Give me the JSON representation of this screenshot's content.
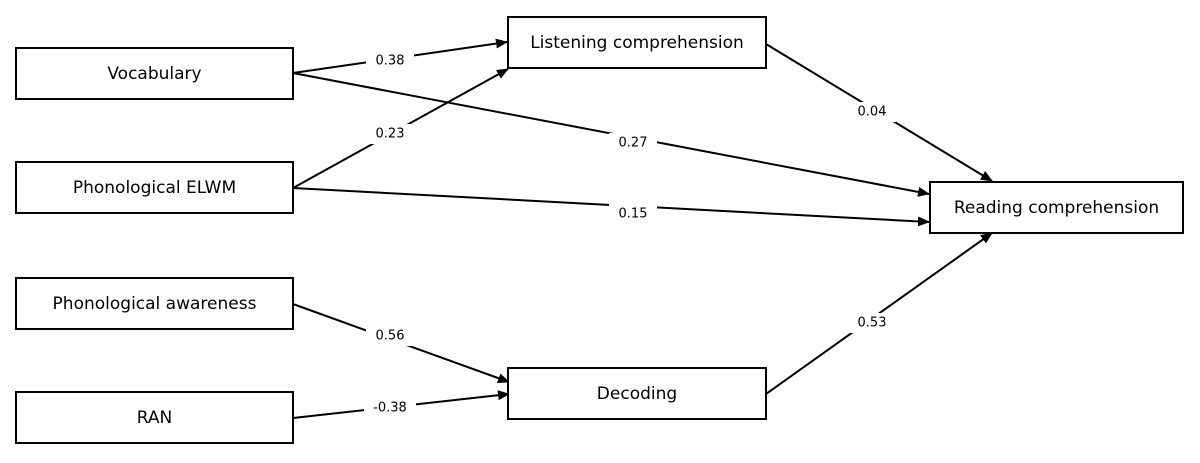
{
  "nodes": {
    "vocabulary": "Vocabulary",
    "phonological_elwm": "Phonological ELWM",
    "phonological_awareness": "Phonological awareness",
    "ran": "RAN",
    "listening_comprehension": "Listening comprehension",
    "decoding": "Decoding",
    "reading_comprehension": "Reading comprehension"
  },
  "paths": [
    {
      "from": "Vocabulary",
      "to": "Listening comprehension",
      "coefficient": "0.38"
    },
    {
      "from": "Phonological ELWM",
      "to": "Listening comprehension",
      "coefficient": "0.23"
    },
    {
      "from": "Vocabulary",
      "to": "Reading comprehension",
      "coefficient": "0.27"
    },
    {
      "from": "Phonological ELWM",
      "to": "Reading comprehension",
      "coefficient": "0.15"
    },
    {
      "from": "Listening comprehension",
      "to": "Reading comprehension",
      "coefficient": "0.04"
    },
    {
      "from": "Phonological awareness",
      "to": "Decoding",
      "coefficient": "0.56"
    },
    {
      "from": "RAN",
      "to": "Decoding",
      "coefficient": "-0.38"
    },
    {
      "from": "Decoding",
      "to": "Reading comprehension",
      "coefficient": "0.53"
    }
  ]
}
